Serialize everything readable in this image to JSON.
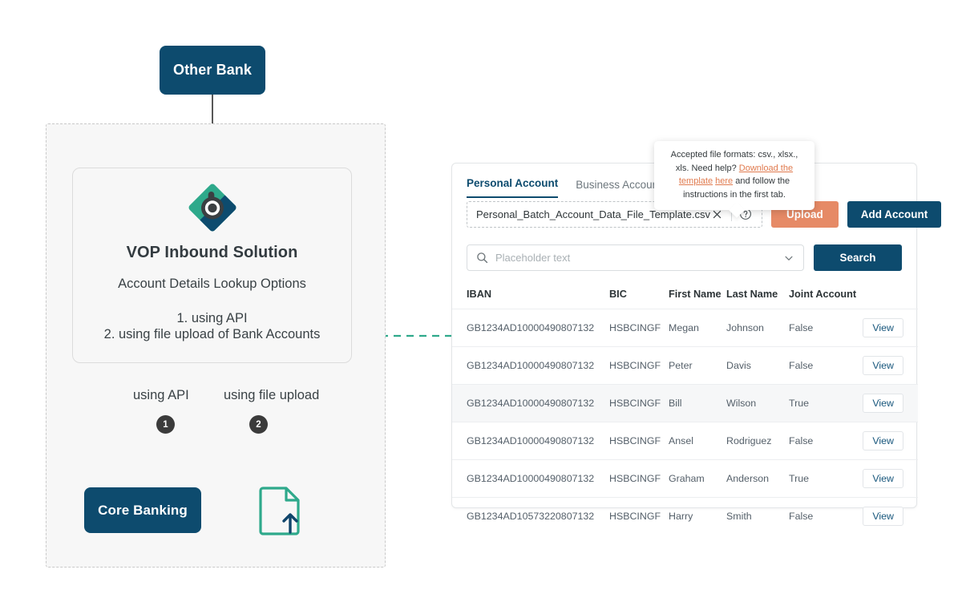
{
  "diagram": {
    "other_bank_label": "Other Bank",
    "core_banking_label": "Core Banking",
    "vop": {
      "title": "VOP Inbound Solution",
      "subtitle": "Account Details Lookup Options",
      "option_1": "1. using API",
      "option_2": "2. using file upload of Bank Accounts"
    },
    "branch_label_api": "using API",
    "branch_label_upload": "using file upload",
    "marker_1": "1",
    "marker_2": "2",
    "colors": {
      "navy": "#0d4b6e",
      "teal": "#2ea98b",
      "charcoal": "#3b3b3b",
      "salmon": "#e68a66",
      "region_bg": "#f7f7f7"
    }
  },
  "ui": {
    "tabs": [
      {
        "label": "Personal Account",
        "active": true
      },
      {
        "label": "Business Account",
        "active": false
      }
    ],
    "upload": {
      "file_name": "Personal_Batch_Account_Data_File_Template.csv",
      "clear_icon": "close-icon",
      "help_icon": "question-mark-circle-icon",
      "upload_label": "Upload",
      "add_account_label": "Add Account"
    },
    "tooltip": {
      "line1": "Accepted file formats: csv., xlsx., xls.",
      "line2_prefix": "Need help? ",
      "link1": "Download the template",
      "link2": "here",
      "line3_suffix": " and follow the instructions in the first tab."
    },
    "search": {
      "icon": "search-icon",
      "placeholder": "Placeholder text",
      "value": "",
      "dropdown_icon": "chevron-down-icon",
      "button_label": "Search"
    },
    "table": {
      "columns": [
        "IBAN",
        "BIC",
        "First Name",
        "Last Name",
        "Joint Account",
        ""
      ],
      "row_action_label": "View",
      "rows": [
        {
          "iban": "GB1234AD10000490807132",
          "bic": "HSBCINGF",
          "first": "Megan",
          "last": "Johnson",
          "joint": "False",
          "alt": false
        },
        {
          "iban": "GB1234AD10000490807132",
          "bic": "HSBCINGF",
          "first": "Peter",
          "last": "Davis",
          "joint": "False",
          "alt": false
        },
        {
          "iban": "GB1234AD10000490807132",
          "bic": "HSBCINGF",
          "first": "Bill",
          "last": "Wilson",
          "joint": "True",
          "alt": true
        },
        {
          "iban": "GB1234AD10000490807132",
          "bic": "HSBCINGF",
          "first": "Ansel",
          "last": "Rodriguez",
          "joint": "False",
          "alt": false
        },
        {
          "iban": "GB1234AD10000490807132",
          "bic": "HSBCINGF",
          "first": "Graham",
          "last": "Anderson",
          "joint": "True",
          "alt": false
        },
        {
          "iban": "GB1234AD10573220807132",
          "bic": "HSBCINGF",
          "first": "Harry",
          "last": "Smith",
          "joint": "False",
          "alt": false
        }
      ]
    }
  }
}
